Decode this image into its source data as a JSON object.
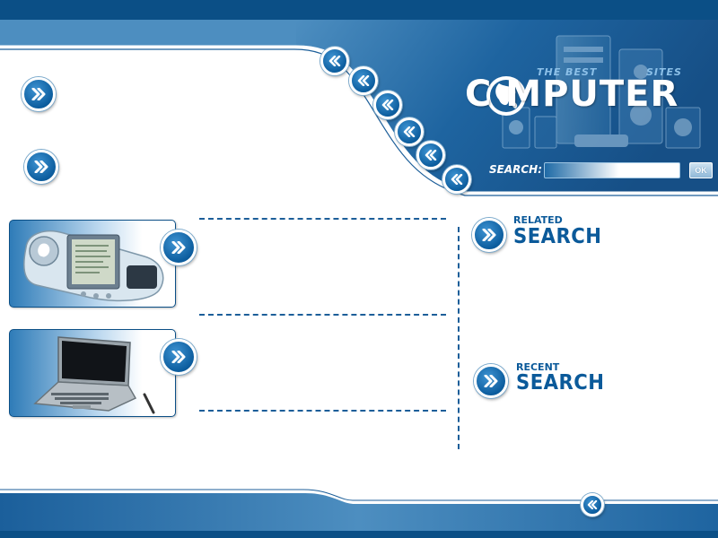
{
  "colors": {
    "primary": "#0b4f86",
    "accent": "#0c5d9e",
    "light": "#8cc0e8",
    "background": "#ffffff"
  },
  "header": {
    "brand_top_left": "THE BEST",
    "brand_top_right": "SITES",
    "brand_main": "C  MPUTER",
    "globe_icon": "globe-icon",
    "hero_image": "computer-peripherals-image"
  },
  "search": {
    "label": "SEARCH:",
    "value": "",
    "ok_label": "OK"
  },
  "nav_arrows": {
    "icon": "double-chevron-left-icon",
    "count": 6
  },
  "left_buttons": {
    "icon": "double-chevron-right-icon",
    "count": 2
  },
  "products": [
    {
      "image": "handheld-pda-device-image",
      "icon": "double-chevron-right-icon"
    },
    {
      "image": "laptop-computer-image",
      "icon": "double-chevron-right-icon"
    }
  ],
  "sidebar": {
    "related": {
      "small": "RELATED",
      "big": "SEARCH",
      "icon": "double-chevron-right-icon"
    },
    "recent": {
      "small": "RECENT",
      "big": "SEARCH",
      "icon": "double-chevron-right-icon"
    }
  },
  "footer": {
    "icon": "double-chevron-left-icon"
  }
}
